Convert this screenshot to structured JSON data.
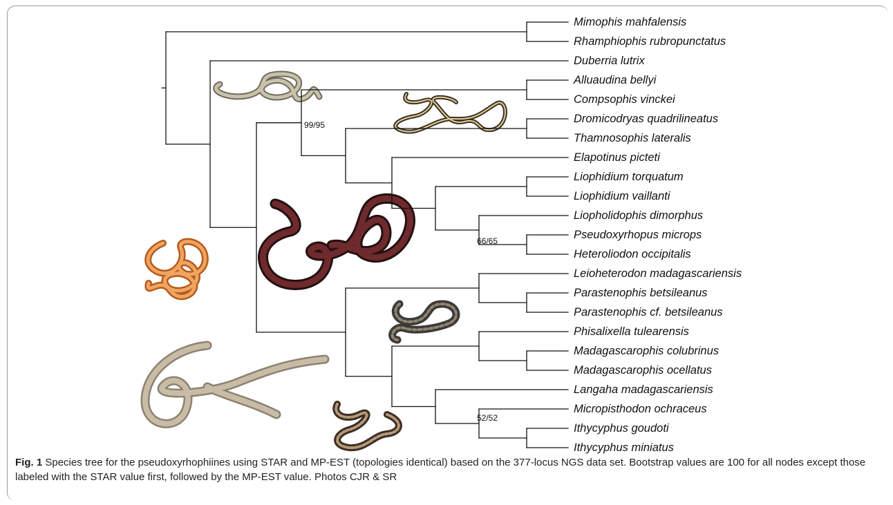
{
  "figure": {
    "caption_label": "Fig. 1",
    "caption_text": "Species tree for the pseudoxyrhophiines using STAR and MP-EST (topologies identical) based on the 377-locus NGS data set. Bootstrap values are 100 for all nodes except those labeled with the STAR value first, followed by the MP-EST value. Photos CJR & SR"
  },
  "tree": {
    "taxa": [
      "Mimophis mahfalensis",
      "Rhamphiophis rubropunctatus",
      "Duberria lutrix",
      "Alluaudina bellyi",
      "Compsophis vinckei",
      "Dromicodryas quadrilineatus",
      "Thamnosophis lateralis",
      "Elapotinus picteti",
      "Liophidium torquatum",
      "Liophidium vaillanti",
      "Liopholidophis dimorphus",
      "Pseudoxyrhopus microps",
      "Heteroliodon occipitalis",
      "Leioheterodon madagascariensis",
      "Parastenophis betsileanus",
      "Parastenophis cf. betsileanus",
      "Phisalixella tulearensis",
      "Madagascarophis colubrinus",
      "Madagascarophis ocellatus",
      "Langaha madagascariensis",
      "Micropisthodon ochraceus",
      "Ithycyphus goudoti",
      "Ithycyphus miniatus"
    ],
    "support_values": [
      "99/95",
      "66/65",
      "52/52"
    ]
  },
  "colors": {
    "branch": "#111111",
    "snake_orange": "#d9782c",
    "snake_dark_red": "#4a1e20",
    "snake_grey_tan": "#b8ac98",
    "snake_striped": "#9a8a6a",
    "snake_spotted": "#5e5a55",
    "snake_brown": "#7a6450"
  },
  "icons": [
    "snake-photo-alluaudina",
    "snake-photo-dromicodryas",
    "snake-photo-liophidium",
    "snake-photo-orange",
    "snake-photo-madagascarophis",
    "snake-photo-langaha",
    "snake-photo-ithycyphus"
  ]
}
